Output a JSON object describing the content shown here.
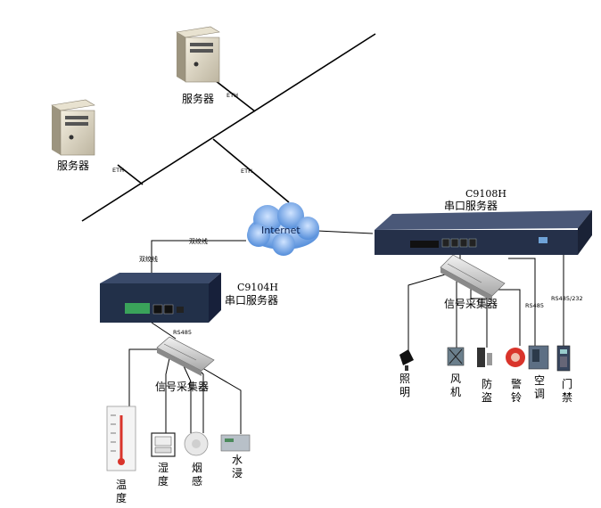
{
  "servers": [
    {
      "label": "服务器",
      "link_label": "ETH"
    },
    {
      "label": "服务器",
      "link_label": "ETH"
    }
  ],
  "cloud": {
    "label": "Internet",
    "link_label": "ETH"
  },
  "twisted_pair": {
    "label_h": "双绞线",
    "label_v": "双绞线"
  },
  "device_large": {
    "model": "C9108H",
    "name": "串口服务器"
  },
  "device_small": {
    "model": "C9104H",
    "name": "串口服务器"
  },
  "collector_right": {
    "label": "信号采集器",
    "rs485": "RS485",
    "rs485_232": "RS485/232"
  },
  "collector_left": {
    "label": "信号采集器",
    "rs485": "RS485"
  },
  "right_endpoints": [
    "照明",
    "风机",
    "防盗",
    "警铃",
    "空调",
    "门禁"
  ],
  "left_endpoints": [
    "温度",
    "湿度",
    "烟感",
    "水浸"
  ],
  "colors": {
    "device_body": "#2a3550",
    "cloud": "#4a87d6",
    "line": "#000000",
    "alarm": "#d9342b"
  }
}
